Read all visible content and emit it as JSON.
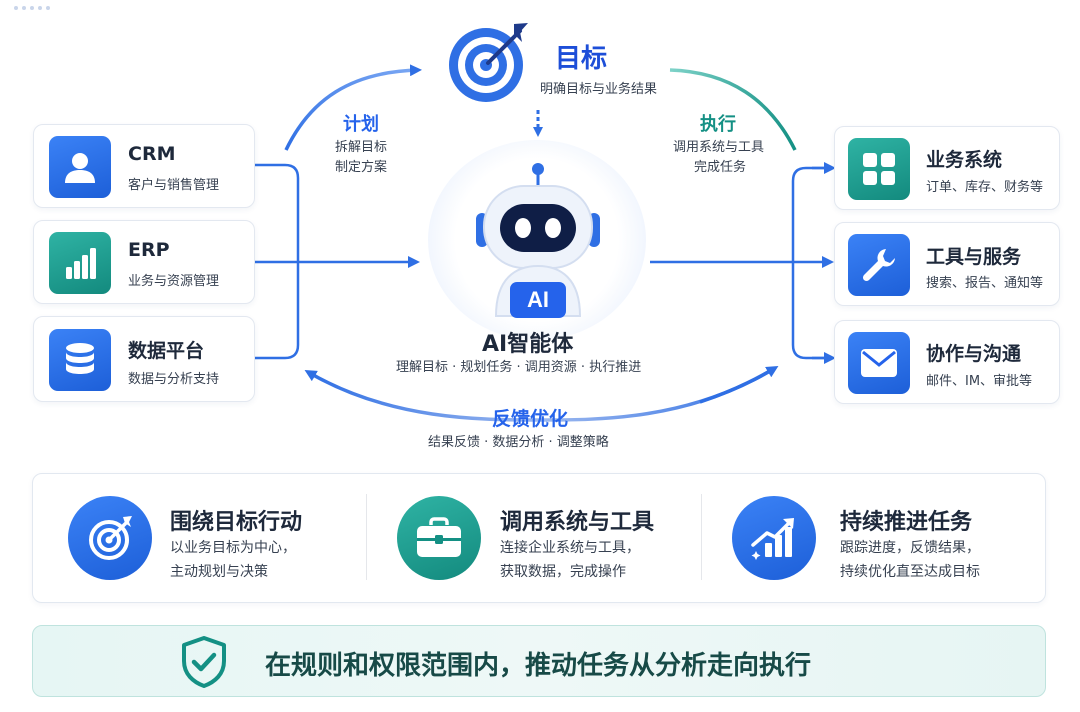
{
  "goal": {
    "title": "目标",
    "subtitle": "明确目标与业务结果"
  },
  "plan": {
    "title": "计划",
    "line1": "拆解目标",
    "line2": "制定方案"
  },
  "execute": {
    "title": "执行",
    "line1": "调用系统与工具",
    "line2": "完成任务"
  },
  "feedback": {
    "title": "反馈优化",
    "subtitle": "结果反馈 · 数据分析 · 调整策略"
  },
  "agent": {
    "badge": "AI",
    "title": "AI智能体",
    "subtitle": "理解目标 · 规划任务 · 调用资源 · 执行推进"
  },
  "inputs": [
    {
      "title": "CRM",
      "subtitle": "客户与销售管理",
      "icon": "user-icon"
    },
    {
      "title": "ERP",
      "subtitle": "业务与资源管理",
      "icon": "bar-chart-icon"
    },
    {
      "title": "数据平台",
      "subtitle": "数据与分析支持",
      "icon": "database-icon"
    }
  ],
  "outputs": [
    {
      "title": "业务系统",
      "subtitle": "订单、库存、财务等",
      "icon": "grid-icon"
    },
    {
      "title": "工具与服务",
      "subtitle": "搜索、报告、通知等",
      "icon": "wrench-icon"
    },
    {
      "title": "协作与沟通",
      "subtitle": "邮件、IM、审批等",
      "icon": "mail-icon"
    }
  ],
  "features": [
    {
      "title": "围绕目标行动",
      "line1": "以业务目标为中心，",
      "line2": "主动规划与决策",
      "icon": "target-icon"
    },
    {
      "title": "调用系统与工具",
      "line1": "连接企业系统与工具，",
      "line2": "获取数据，完成操作",
      "icon": "toolbox-icon"
    },
    {
      "title": "持续推进任务",
      "line1": "跟踪进度，反馈结果，",
      "line2": "持续优化直至达成目标",
      "icon": "trend-up-icon"
    }
  ],
  "banner": {
    "text": "在规则和权限范围内，推动任务从分析走向执行",
    "icon": "shield-check-icon"
  },
  "colors": {
    "blue": "#2563eb",
    "teal": "#149084",
    "dark_teal": "#174a47"
  }
}
